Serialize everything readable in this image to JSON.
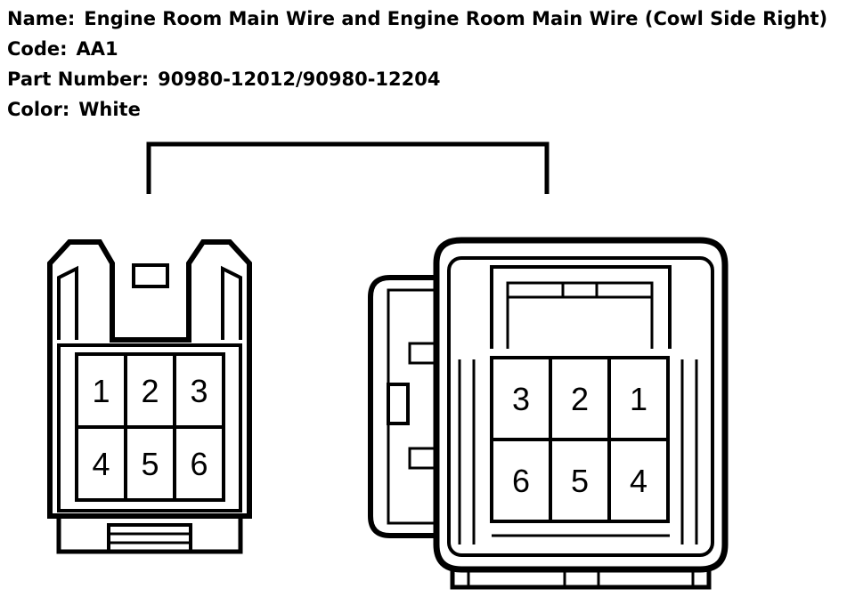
{
  "header": {
    "name_label": "Name:",
    "name_value": "Engine Room Main Wire and Engine Room Main Wire (Cowl Side Right)",
    "code_label": "Code:",
    "code_value": "AA1",
    "part_label": "Part Number:",
    "part_value": "90980-12012/90980-12204",
    "color_label": "Color:",
    "color_value": "White"
  },
  "connector_left": {
    "pins_row1": [
      "1",
      "2",
      "3"
    ],
    "pins_row2": [
      "4",
      "5",
      "6"
    ]
  },
  "connector_right": {
    "pins_row1": [
      "3",
      "2",
      "1"
    ],
    "pins_row2": [
      "6",
      "5",
      "4"
    ]
  }
}
